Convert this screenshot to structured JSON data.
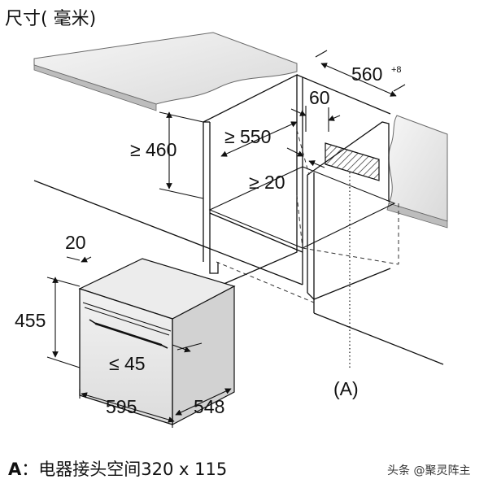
{
  "title": "尺寸( 毫米)",
  "dimensions": {
    "width_niche": "560",
    "width_niche_tol": "+8",
    "rear_gap": "60",
    "depth_min": "≥ 550",
    "height_min": "≥ 460",
    "gap_min": "≥ 20",
    "front_depth": "20",
    "height_appliance": "455",
    "handle_max": "≤ 45",
    "width_appliance": "595",
    "depth_appliance": "548"
  },
  "marker": "(A)",
  "caption": {
    "letter": "A",
    "text": "：电器接头空间320 x 115"
  },
  "watermark": "头条 @聚灵阵主"
}
